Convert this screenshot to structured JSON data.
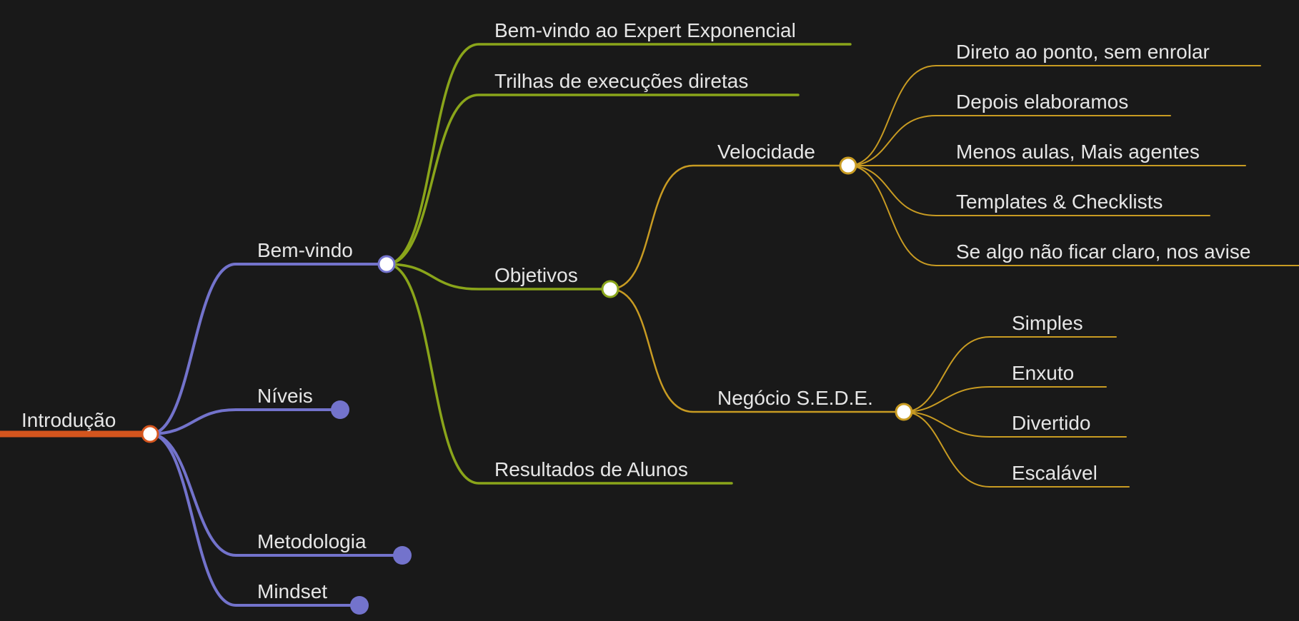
{
  "colors": {
    "background": "#191919",
    "text": "#e6e6e6",
    "root_branch": "#d4551e",
    "level1_branch": "#7373cc",
    "level2_branch": "#8aa51a",
    "level3_branch": "#c89b22",
    "collapsed_fill": "#7373cc",
    "open_fill": "#ffffff"
  },
  "nodes": {
    "introducao": {
      "label": "Introdução"
    },
    "bem_vindo": {
      "label": "Bem-vindo"
    },
    "niveis": {
      "label": "Níveis"
    },
    "metodologia": {
      "label": "Metodologia"
    },
    "mindset": {
      "label": "Mindset"
    },
    "bv_expert": {
      "label": "Bem-vindo ao Expert Exponencial"
    },
    "trilhas": {
      "label": "Trilhas de execuções diretas"
    },
    "objetivos": {
      "label": "Objetivos"
    },
    "resultados": {
      "label": "Resultados de Alunos"
    },
    "velocidade": {
      "label": "Velocidade"
    },
    "negocio": {
      "label": "Negócio S.E.D.E."
    },
    "direto": {
      "label": "Direto ao ponto, sem enrolar"
    },
    "depois": {
      "label": "Depois elaboramos"
    },
    "menos_aulas": {
      "label": "Menos aulas, Mais agentes"
    },
    "templates": {
      "label": "Templates & Checklists"
    },
    "se_algo": {
      "label": "Se algo não ficar claro, nos avise"
    },
    "simples": {
      "label": "Simples"
    },
    "enxuto": {
      "label": "Enxuto"
    },
    "divertido": {
      "label": "Divertido"
    },
    "escalavel": {
      "label": "Escalável"
    }
  }
}
